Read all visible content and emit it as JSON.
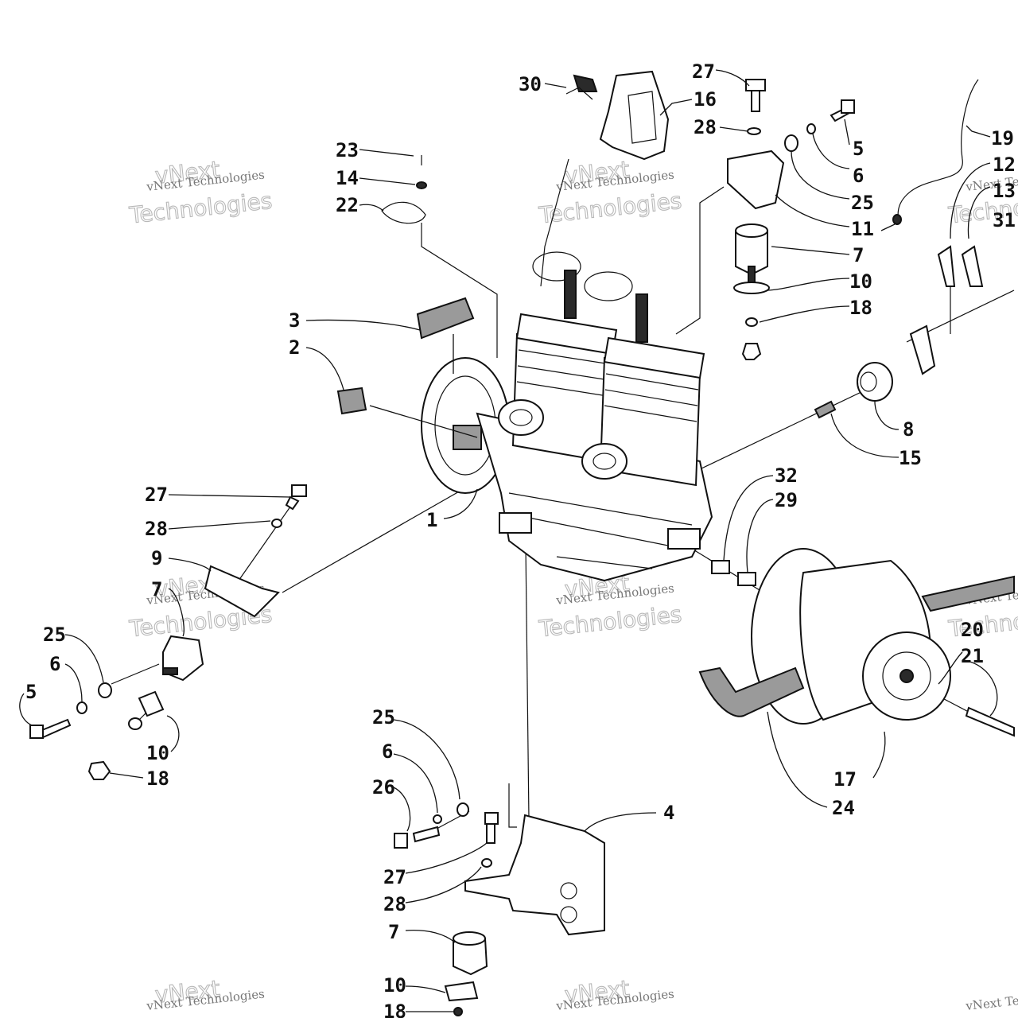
{
  "watermark": {
    "brand": "vNext",
    "line_small": "vNext Technologies",
    "line_big": "Technologies"
  },
  "labels": [
    {
      "id": "30",
      "text": "30"
    },
    {
      "id": "16",
      "text": "16"
    },
    {
      "id": "27a",
      "text": "27"
    },
    {
      "id": "28a",
      "text": "28"
    },
    {
      "id": "5a",
      "text": "5"
    },
    {
      "id": "6a",
      "text": "6"
    },
    {
      "id": "25a",
      "text": "25"
    },
    {
      "id": "11",
      "text": "11"
    },
    {
      "id": "7a",
      "text": "7"
    },
    {
      "id": "10a",
      "text": "10"
    },
    {
      "id": "18a",
      "text": "18"
    },
    {
      "id": "19",
      "text": "19"
    },
    {
      "id": "12",
      "text": "12"
    },
    {
      "id": "13",
      "text": "13"
    },
    {
      "id": "31",
      "text": "31"
    },
    {
      "id": "23",
      "text": "23"
    },
    {
      "id": "14",
      "text": "14"
    },
    {
      "id": "22",
      "text": "22"
    },
    {
      "id": "3",
      "text": "3"
    },
    {
      "id": "2",
      "text": "2"
    },
    {
      "id": "8",
      "text": "8"
    },
    {
      "id": "15",
      "text": "15"
    },
    {
      "id": "32",
      "text": "32"
    },
    {
      "id": "29",
      "text": "29"
    },
    {
      "id": "1",
      "text": "1"
    },
    {
      "id": "27b",
      "text": "27"
    },
    {
      "id": "28b",
      "text": "28"
    },
    {
      "id": "9",
      "text": "9"
    },
    {
      "id": "7b",
      "text": "7"
    },
    {
      "id": "25b",
      "text": "25"
    },
    {
      "id": "6b",
      "text": "6"
    },
    {
      "id": "5b",
      "text": "5"
    },
    {
      "id": "10b",
      "text": "10"
    },
    {
      "id": "18b",
      "text": "18"
    },
    {
      "id": "20",
      "text": "20"
    },
    {
      "id": "21",
      "text": "21"
    },
    {
      "id": "17",
      "text": "17"
    },
    {
      "id": "24",
      "text": "24"
    },
    {
      "id": "25c",
      "text": "25"
    },
    {
      "id": "6c",
      "text": "6"
    },
    {
      "id": "26",
      "text": "26"
    },
    {
      "id": "4",
      "text": "4"
    },
    {
      "id": "27c",
      "text": "27"
    },
    {
      "id": "28c",
      "text": "28"
    },
    {
      "id": "7c",
      "text": "7"
    },
    {
      "id": "10c",
      "text": "10"
    },
    {
      "id": "18c",
      "text": "18"
    }
  ]
}
